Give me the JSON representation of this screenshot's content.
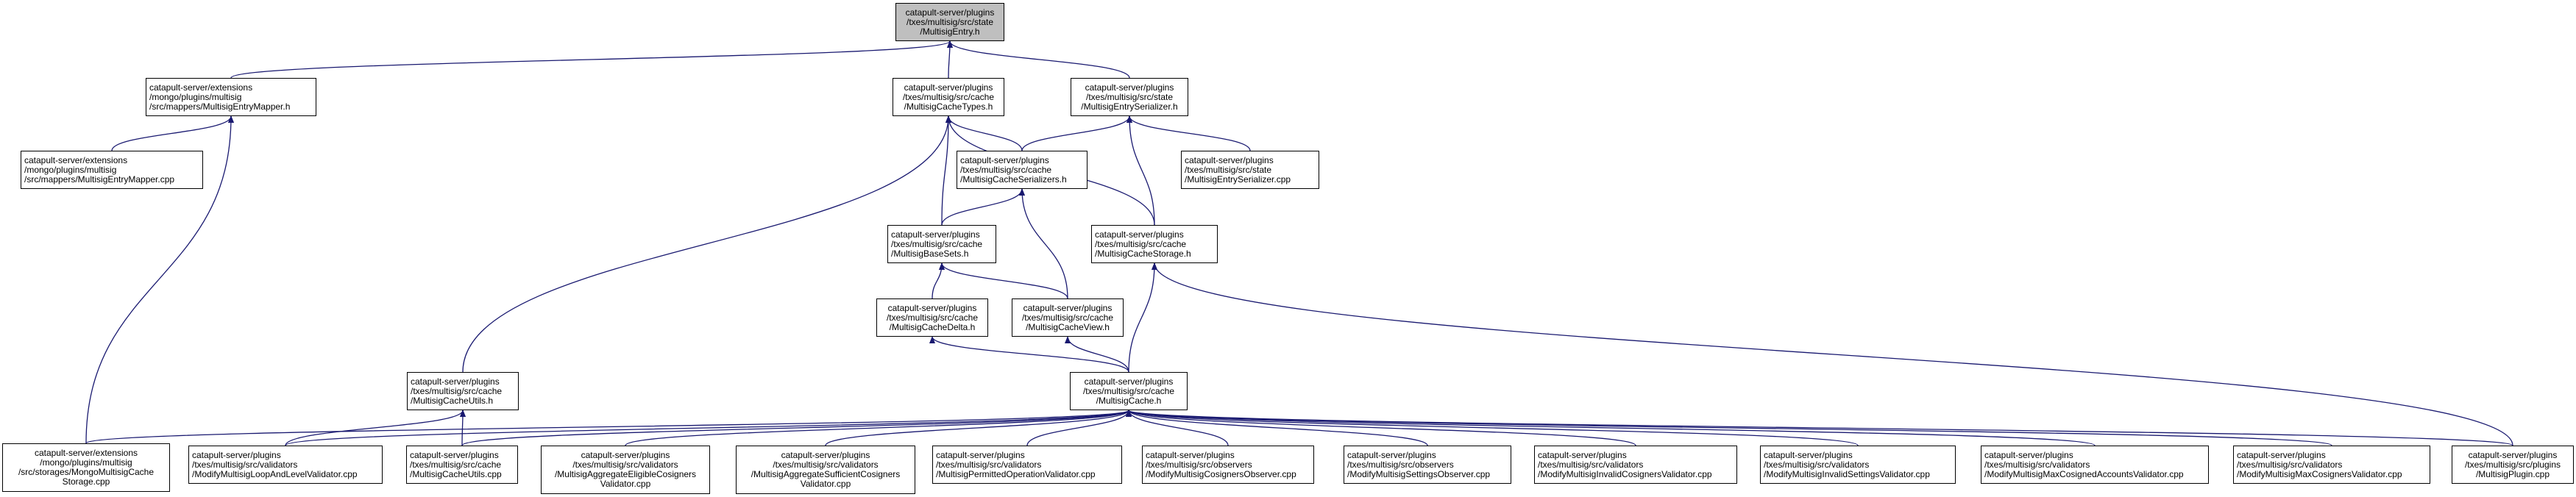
{
  "diagram": {
    "colors": {
      "edge": "#191970",
      "root_fill": "#bfbfbf",
      "node_fill": "#ffffff",
      "border": "#000000"
    },
    "nodes": [
      {
        "id": "root",
        "lines": [
          "catapult-server/plugins",
          "/txes/multisig/src/state",
          "/MultisigEntry.h"
        ]
      },
      {
        "id": "mapper_h",
        "lines": [
          "catapult-server/extensions",
          "/mongo/plugins/multisig",
          "/src/mappers/MultisigEntryMapper.h"
        ]
      },
      {
        "id": "cachetypes_h",
        "lines": [
          "catapult-server/plugins",
          "/txes/multisig/src/cache",
          "/MultisigCacheTypes.h"
        ]
      },
      {
        "id": "entryserializer_h",
        "lines": [
          "catapult-server/plugins",
          "/txes/multisig/src/state",
          "/MultisigEntrySerializer.h"
        ]
      },
      {
        "id": "mapper_cpp",
        "lines": [
          "catapult-server/extensions",
          "/mongo/plugins/multisig",
          "/src/mappers/MultisigEntryMapper.cpp"
        ]
      },
      {
        "id": "cacheserializers_h",
        "lines": [
          "catapult-server/plugins",
          "/txes/multisig/src/cache",
          "/MultisigCacheSerializers.h"
        ]
      },
      {
        "id": "entryserializer_cpp",
        "lines": [
          "catapult-server/plugins",
          "/txes/multisig/src/state",
          "/MultisigEntrySerializer.cpp"
        ]
      },
      {
        "id": "basesets_h",
        "lines": [
          "catapult-server/plugins",
          "/txes/multisig/src/cache",
          "/MultisigBaseSets.h"
        ]
      },
      {
        "id": "cachestorage_h",
        "lines": [
          "catapult-server/plugins",
          "/txes/multisig/src/cache",
          "/MultisigCacheStorage.h"
        ]
      },
      {
        "id": "cachedelta_h",
        "lines": [
          "catapult-server/plugins",
          "/txes/multisig/src/cache",
          "/MultisigCacheDelta.h"
        ]
      },
      {
        "id": "cacheview_h",
        "lines": [
          "catapult-server/plugins",
          "/txes/multisig/src/cache",
          "/MultisigCacheView.h"
        ]
      },
      {
        "id": "cacheutils_h",
        "lines": [
          "catapult-server/plugins",
          "/txes/multisig/src/cache",
          "/MultisigCacheUtils.h"
        ]
      },
      {
        "id": "cache_h",
        "lines": [
          "catapult-server/plugins",
          "/txes/multisig/src/cache",
          "/MultisigCache.h"
        ]
      },
      {
        "id": "mongostorage_cpp",
        "lines": [
          "catapult-server/extensions",
          "/mongo/plugins/multisig",
          "/src/storages/MongoMultisigCache",
          "Storage.cpp"
        ]
      },
      {
        "id": "looplevel_cpp",
        "lines": [
          "catapult-server/plugins",
          "/txes/multisig/src/validators",
          "/ModifyMultisigLoopAndLevelValidator.cpp"
        ]
      },
      {
        "id": "cacheutils_cpp",
        "lines": [
          "catapult-server/plugins",
          "/txes/multisig/src/cache",
          "/MultisigCacheUtils.cpp"
        ]
      },
      {
        "id": "aggeligible_cpp",
        "lines": [
          "catapult-server/plugins",
          "/txes/multisig/src/validators",
          "/MultisigAggregateEligibleCosigners",
          "Validator.cpp"
        ]
      },
      {
        "id": "aggsufficient_cpp",
        "lines": [
          "catapult-server/plugins",
          "/txes/multisig/src/validators",
          "/MultisigAggregateSufficientCosigners",
          "Validator.cpp"
        ]
      },
      {
        "id": "permittedop_cpp",
        "lines": [
          "catapult-server/plugins",
          "/txes/multisig/src/validators",
          "/MultisigPermittedOperationValidator.cpp"
        ]
      },
      {
        "id": "cosignersobs_cpp",
        "lines": [
          "catapult-server/plugins",
          "/txes/multisig/src/observers",
          "/ModifyMultisigCosignersObserver.cpp"
        ]
      },
      {
        "id": "settingsobs_cpp",
        "lines": [
          "catapult-server/plugins",
          "/txes/multisig/src/observers",
          "/ModifyMultisigSettingsObserver.cpp"
        ]
      },
      {
        "id": "invalidcosigners_cpp",
        "lines": [
          "catapult-server/plugins",
          "/txes/multisig/src/validators",
          "/ModifyMultisigInvalidCosignersValidator.cpp"
        ]
      },
      {
        "id": "invalidsettings_cpp",
        "lines": [
          "catapult-server/plugins",
          "/txes/multisig/src/validators",
          "/ModifyMultisigInvalidSettingsValidator.cpp"
        ]
      },
      {
        "id": "maxcosigned_cpp",
        "lines": [
          "catapult-server/plugins",
          "/txes/multisig/src/validators",
          "/ModifyMultisigMaxCosignedAccountsValidator.cpp"
        ]
      },
      {
        "id": "maxcosigners_cpp",
        "lines": [
          "catapult-server/plugins",
          "/txes/multisig/src/validators",
          "/ModifyMultisigMaxCosignersValidator.cpp"
        ]
      },
      {
        "id": "plugin_cpp",
        "lines": [
          "catapult-server/plugins",
          "/txes/multisig/src/plugins",
          "/MultisigPlugin.cpp"
        ]
      }
    ],
    "edges": [
      [
        "mapper_h",
        "root"
      ],
      [
        "cachetypes_h",
        "root"
      ],
      [
        "entryserializer_h",
        "root"
      ],
      [
        "mapper_cpp",
        "mapper_h"
      ],
      [
        "mongostorage_cpp",
        "mapper_h"
      ],
      [
        "cacheutils_h",
        "cachetypes_h"
      ],
      [
        "basesets_h",
        "cachetypes_h"
      ],
      [
        "cacheserializers_h",
        "cachetypes_h"
      ],
      [
        "cachestorage_h",
        "cachetypes_h"
      ],
      [
        "cacheserializers_h",
        "entryserializer_h"
      ],
      [
        "entryserializer_cpp",
        "entryserializer_h"
      ],
      [
        "cachestorage_h",
        "entryserializer_h"
      ],
      [
        "basesets_h",
        "cacheserializers_h"
      ],
      [
        "cacheview_h",
        "cacheserializers_h"
      ],
      [
        "cachedelta_h",
        "basesets_h"
      ],
      [
        "cacheview_h",
        "basesets_h"
      ],
      [
        "cache_h",
        "cachestorage_h"
      ],
      [
        "plugin_cpp",
        "cachestorage_h"
      ],
      [
        "cache_h",
        "cachedelta_h"
      ],
      [
        "cache_h",
        "cacheview_h"
      ],
      [
        "looplevel_cpp",
        "cacheutils_h"
      ],
      [
        "cacheutils_cpp",
        "cacheutils_h"
      ],
      [
        "mongostorage_cpp",
        "cache_h"
      ],
      [
        "looplevel_cpp",
        "cache_h"
      ],
      [
        "cacheutils_cpp",
        "cache_h"
      ],
      [
        "aggeligible_cpp",
        "cache_h"
      ],
      [
        "aggsufficient_cpp",
        "cache_h"
      ],
      [
        "permittedop_cpp",
        "cache_h"
      ],
      [
        "cosignersobs_cpp",
        "cache_h"
      ],
      [
        "settingsobs_cpp",
        "cache_h"
      ],
      [
        "invalidcosigners_cpp",
        "cache_h"
      ],
      [
        "invalidsettings_cpp",
        "cache_h"
      ],
      [
        "maxcosigned_cpp",
        "cache_h"
      ],
      [
        "maxcosigners_cpp",
        "cache_h"
      ],
      [
        "plugin_cpp",
        "cache_h"
      ]
    ]
  }
}
